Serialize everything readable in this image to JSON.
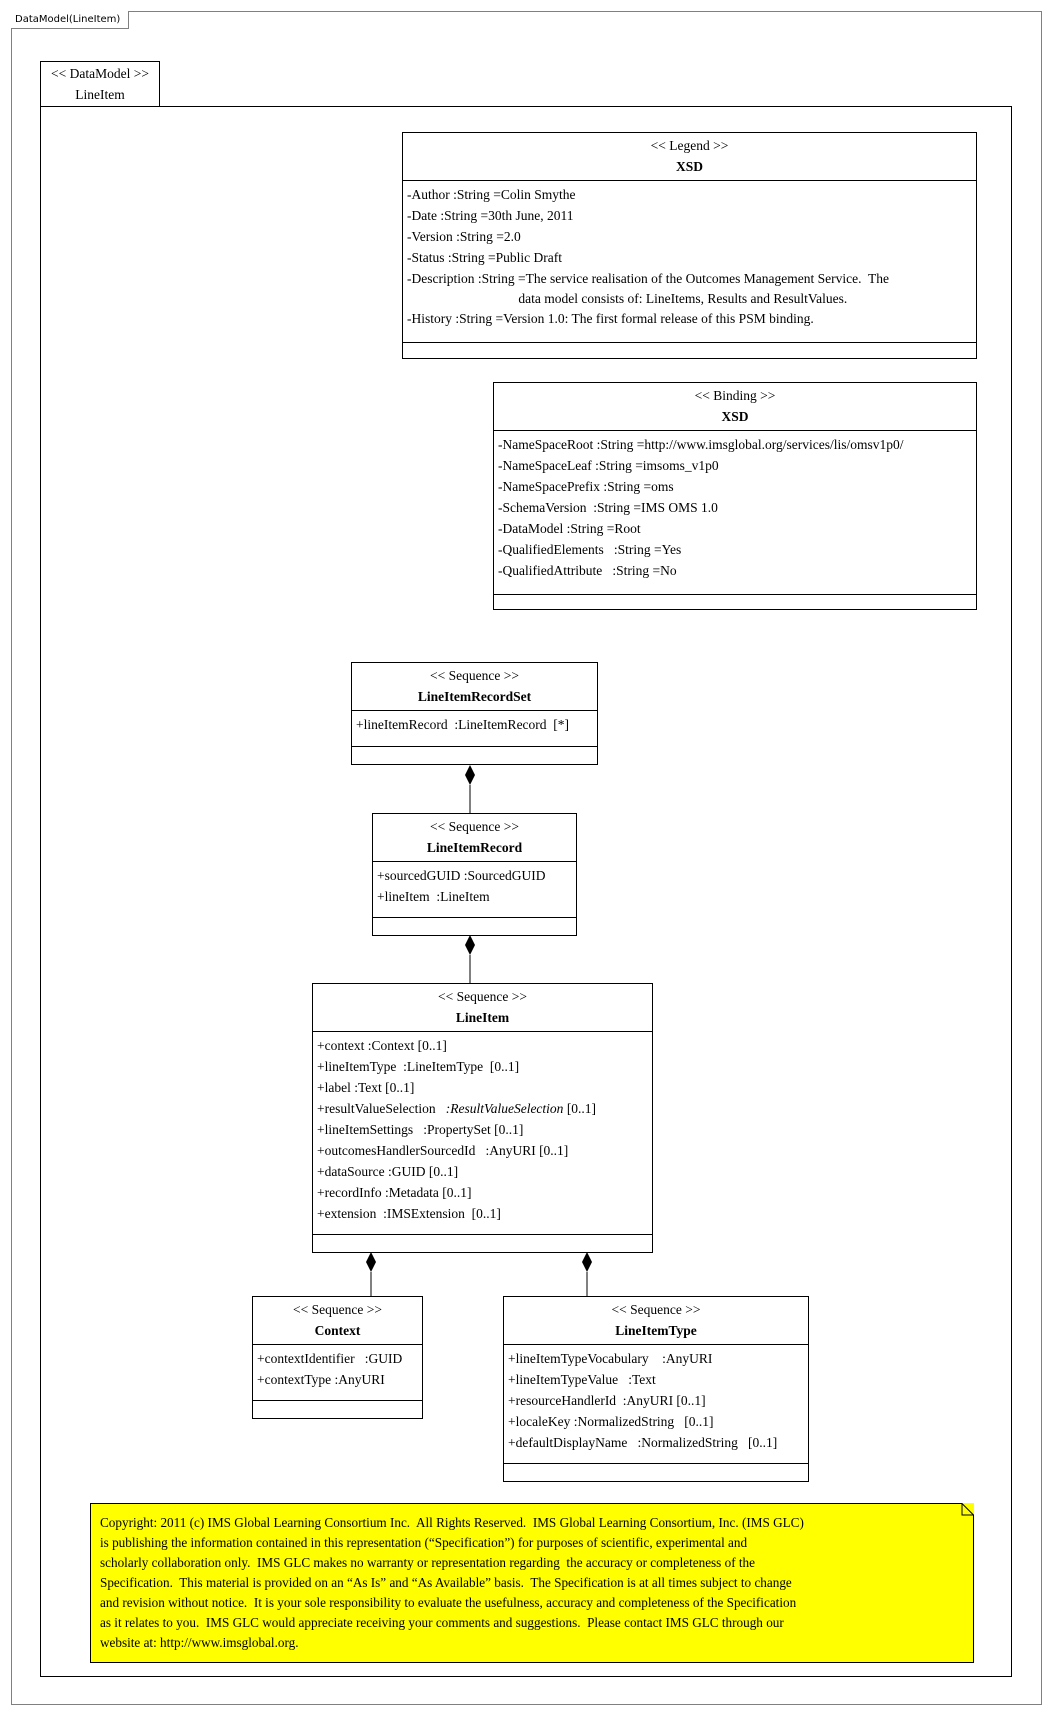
{
  "frame": {
    "title": "DataModel(LineItem)"
  },
  "package": {
    "stereotype": "<< DataModel >>",
    "name": "LineItem"
  },
  "legend": {
    "stereotype": "<< Legend >>",
    "name": "XSD",
    "attributes": [
      "-Author :String =Colin Smythe",
      "-Date :String =30th June, 2011",
      "-Version :String =2.0",
      "-Status :String =Public Draft",
      "-Description :String =The service realisation of the Outcomes Management Service.  The",
      "                                 data model consists of: LineItems, Results and ResultValues.",
      "-History :String =Version 1.0: The first formal release of this PSM binding."
    ]
  },
  "binding": {
    "stereotype": "<< Binding  >>",
    "name": "XSD",
    "attributes": [
      "-NameSpaceRoot :String =http://www.imsglobal.org/services/lis/omsv1p0/",
      "-NameSpaceLeaf :String =imsoms_v1p0",
      "-NameSpacePrefix :String =oms",
      "-SchemaVersion  :String =IMS OMS 1.0",
      "-DataModel :String =Root",
      "-QualifiedElements   :String =Yes",
      "-QualifiedAttribute   :String =No"
    ]
  },
  "line_item_record_set": {
    "stereotype": "<< Sequence >>",
    "name": "LineItemRecordSet",
    "attributes": [
      "+lineItemRecord  :LineItemRecord  [*]"
    ]
  },
  "line_item_record": {
    "stereotype": "<< Sequence >>",
    "name": "LineItemRecord",
    "attributes": [
      "+sourcedGUID :SourcedGUID",
      "+lineItem  :LineItem"
    ]
  },
  "line_item": {
    "stereotype": "<< Sequence >>",
    "name": "LineItem",
    "attributes": [
      "+context :Context [0..1]",
      "+lineItemType  :LineItemType  [0..1]",
      "+label :Text [0..1]",
      "+outcomesHandlerSourcedId   :AnyURI [0..1]",
      "+dataSource :GUID [0..1]",
      "+recordInfo :Metadata [0..1]",
      "+extension  :IMSExtension  [0..1]"
    ],
    "result_value_selection": {
      "name": "+resultValueSelection",
      "type": ":ResultValueSelection",
      "mult": "[0..1]"
    },
    "line_item_settings": "+lineItemSettings   :PropertySet [0..1]"
  },
  "context": {
    "stereotype": "<< Sequence >>",
    "name": "Context",
    "attributes": [
      "+contextIdentifier   :GUID",
      "+contextType :AnyURI"
    ]
  },
  "line_item_type": {
    "stereotype": "<< Sequence >>",
    "name": "LineItemType",
    "attributes": [
      "+lineItemTypeVocabulary    :AnyURI",
      "+lineItemTypeValue   :Text",
      "+resourceHandlerId  :AnyURI [0..1]",
      "+localeKey :NormalizedString   [0..1]",
      "+defaultDisplayName   :NormalizedString   [0..1]"
    ]
  },
  "copyright_note": {
    "lines": [
      "Copyright: 2011 (c) IMS Global Learning Consortium Inc.  All Rights Reserved.  IMS Global Learning Consortium, Inc. (IMS GLC)",
      "is publishing the information contained in this representation (“Specification”) for purposes of scientific, experimental and",
      "scholarly collaboration only.  IMS GLC makes no warranty or representation regarding  the accuracy or completeness of the",
      "Specification.  This material is provided on an “As Is” and “As Available” basis.  The Specification is at all times subject to change",
      "and revision without notice.  It is your sole responsibility to evaluate the usefulness, accuracy and completeness of the Specification",
      "as it relates to you.  IMS GLC would appreciate receiving your comments and suggestions.  Please contact IMS GLC through our",
      "website at: http://www.imsglobal.org."
    ]
  }
}
